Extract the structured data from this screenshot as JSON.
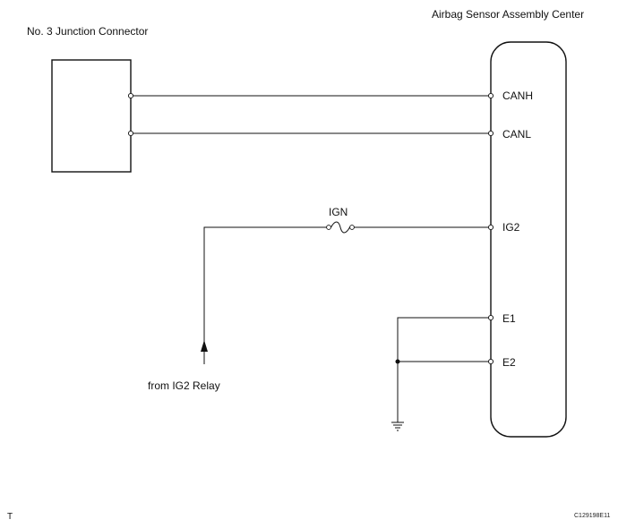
{
  "title_left": "No. 3 Junction Connector",
  "title_right": "Airbag Sensor Assembly Center",
  "pins": {
    "canh": "CANH",
    "canl": "CANL",
    "ig2": "IG2",
    "e1": "E1",
    "e2": "E2"
  },
  "fuse_label": "IGN",
  "source_label": "from IG2 Relay",
  "corner_mark": "T",
  "figure_code": "C129198E11"
}
